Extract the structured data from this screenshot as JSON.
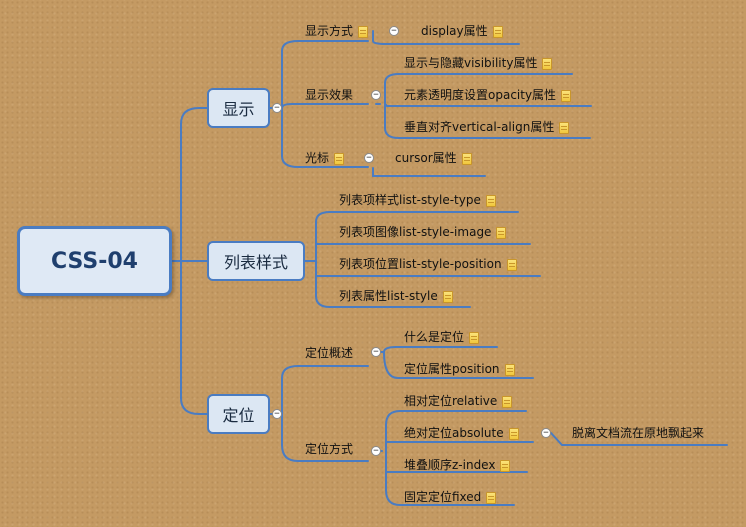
{
  "root": "CSS-04",
  "toggle_symbol": "−",
  "branches": [
    {
      "label": "显示",
      "children": [
        {
          "label": "显示方式",
          "note": true,
          "children": [
            {
              "label": "display属性",
              "note": true
            }
          ]
        },
        {
          "label": "显示效果",
          "note": false,
          "children": [
            {
              "label": "显示与隐藏visibility属性",
              "note": true
            },
            {
              "label": "元素透明度设置opacity属性",
              "note": true
            },
            {
              "label": "垂直对齐vertical-align属性",
              "note": true
            }
          ]
        },
        {
          "label": "光标",
          "note": true,
          "children": [
            {
              "label": "cursor属性",
              "note": true
            }
          ]
        }
      ]
    },
    {
      "label": "列表样式",
      "children": [
        {
          "label": "列表项样式list-style-type",
          "note": true
        },
        {
          "label": "列表项图像list-style-image",
          "note": true
        },
        {
          "label": "列表项位置list-style-position",
          "note": true
        },
        {
          "label": "列表属性list-style",
          "note": true
        }
      ]
    },
    {
      "label": "定位",
      "children": [
        {
          "label": "定位概述",
          "note": false,
          "children": [
            {
              "label": "什么是定位",
              "note": true
            },
            {
              "label": "定位属性position",
              "note": true
            }
          ]
        },
        {
          "label": "定位方式",
          "note": false,
          "children": [
            {
              "label": "相对定位relative",
              "note": true
            },
            {
              "label": "绝对定位absolute",
              "note": true,
              "children": [
                {
                  "label": "脱离文档流在原地飘起来",
                  "note": false
                }
              ]
            },
            {
              "label": "堆叠顺序z-index",
              "note": true
            },
            {
              "label": "固定定位fixed",
              "note": true
            }
          ]
        }
      ]
    }
  ],
  "colors": {
    "line": "#4a7cc2",
    "node_fill": "#dce7f3",
    "node_border": "#4a7cc2",
    "note": "#f1c73c"
  }
}
